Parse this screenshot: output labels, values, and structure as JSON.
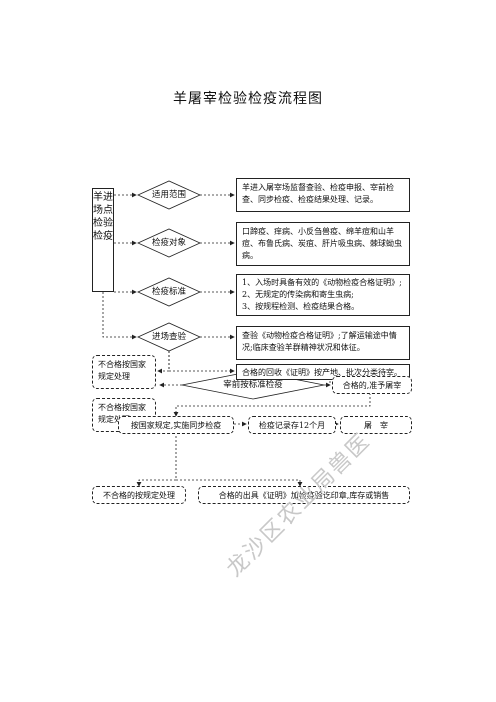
{
  "title": "羊屠宰检验检疫流程图",
  "left_column": "羊进场点检验检疫",
  "diamonds": {
    "scope": "适用范围",
    "object": "检疫对象",
    "standard": "检疫标准",
    "entry_check": "进场查验",
    "pre_slaughter": "宰前按标准检疫"
  },
  "boxes": {
    "scope_desc": "羊进入屠宰场监督查验、检疫申报、宰前检查、同步检疫、检疫结果处理、记录。",
    "object_desc": "口蹄疫、痒病、小反刍兽疫、绵羊痘和山羊痘、布鲁氏病、炭疽、肝片吸虫病、棘球蚴虫病。",
    "standard_desc_1": "1、入场时具备有效的《动物检疫合格证明》;",
    "standard_desc_2": "2、无规定的传染病和寄生虫病;",
    "standard_desc_3": "3、按规程检测、检疫结果合格。",
    "entry_desc": "查验《动物检疫合格证明》;了解运输途中情况;临床查验羊群精神状况和体征。",
    "unqualified_1": "不合格按国家规定处理",
    "qualified_recall": "合格的回收《证明》按产地、批次分类待宰。",
    "unqualified_2": "不合格按国家规定处理",
    "qualified_slaughter": "合格的,准予屠宰",
    "sync_check": "按国家规定,实施同步检疫",
    "record_keep": "检疫记录存12个月",
    "slaughter": "屠　宰",
    "unqualified_3": "不合格的按规定处理",
    "qualified_issue": "合格的出具《证明》加检疫验讫印章,库存或销售"
  },
  "watermark": "龙沙区农业局兽医"
}
